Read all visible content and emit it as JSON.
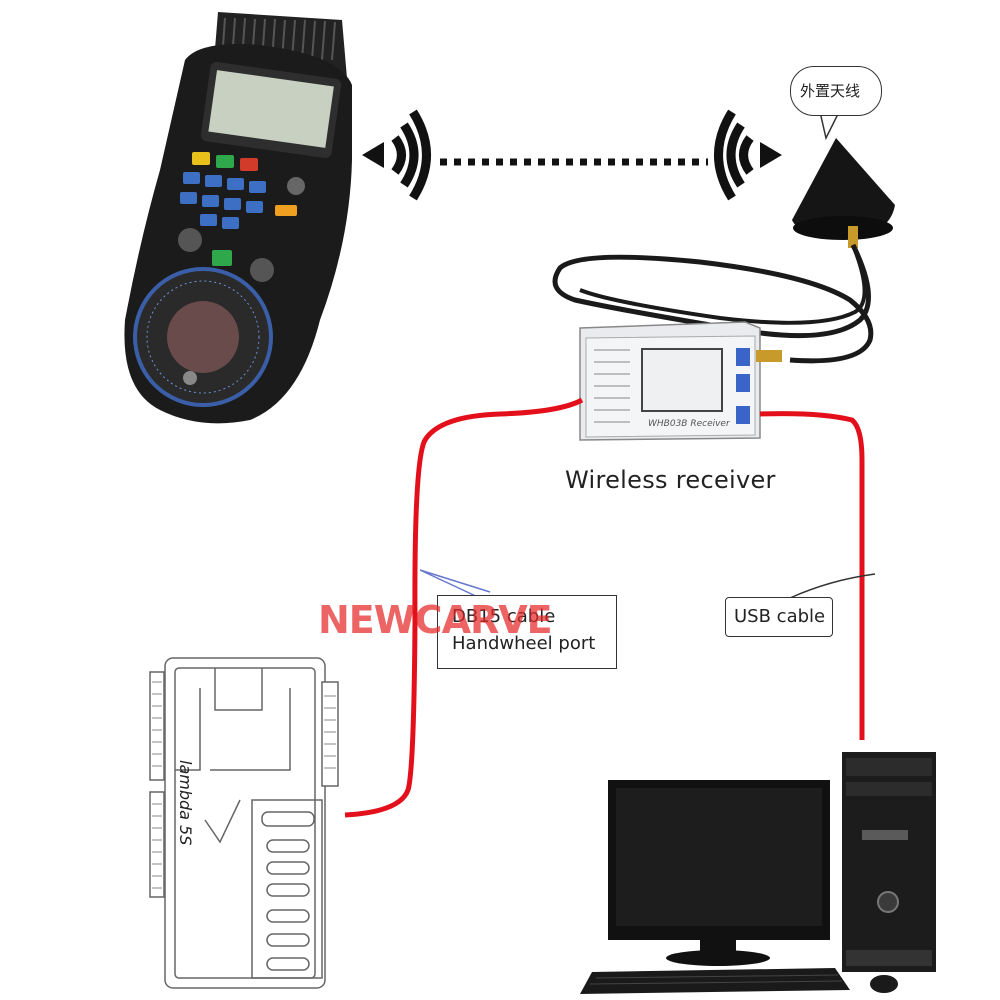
{
  "labels": {
    "antenna": "外置天线",
    "receiver": "Wireless receiver",
    "db_cable": "DB15 cable",
    "handwheel_port": "Handwheel port",
    "usb_cable": "USB cable",
    "controller_model": "lambda 5S",
    "receiver_panel": "WHB03B Receiver",
    "watermark": "NEWCARVE"
  },
  "colors": {
    "cable": "#e3101c",
    "device_body": "#1b1b1b",
    "outline": "#555555"
  },
  "icons": {
    "signal_left": "wireless-signal-icon",
    "signal_right": "wireless-signal-icon"
  }
}
